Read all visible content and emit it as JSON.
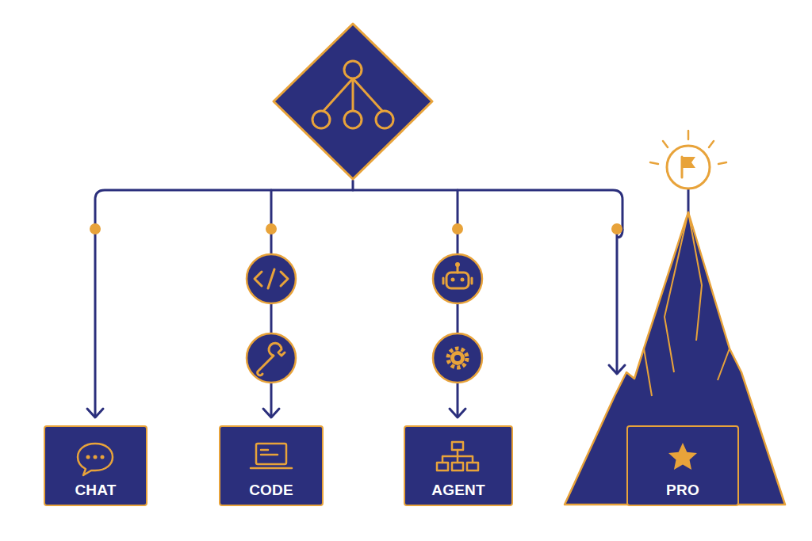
{
  "diagram": {
    "nodes": [
      {
        "text": [
          "CHAT"
        ]
      },
      {
        "text": [
          "CODE"
        ]
      },
      {
        "text": [
          "AGENT"
        ]
      },
      {
        "text": [
          "PRO"
        ]
      }
    ]
  }
}
